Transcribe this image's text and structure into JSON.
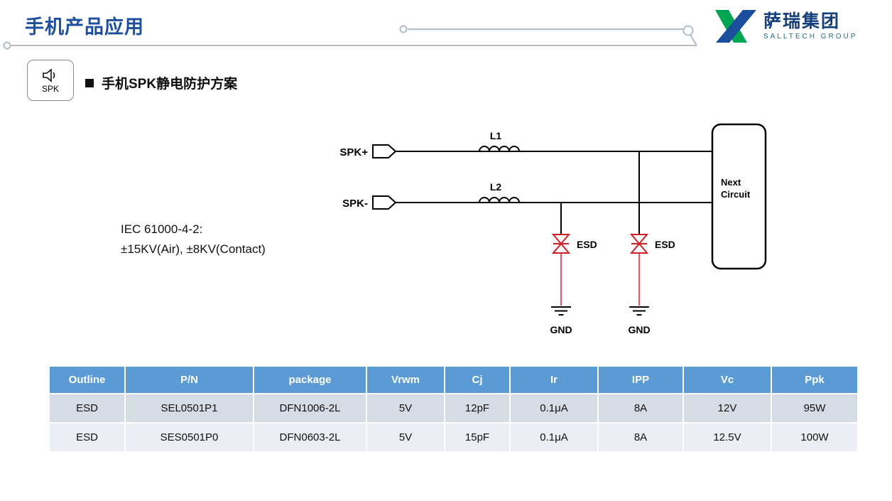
{
  "page": {
    "title": "手机产品应用"
  },
  "logo": {
    "name": "萨瑞集团",
    "subtitle": "SALLTECH GROUP"
  },
  "chip": {
    "label": "SPK"
  },
  "section": {
    "heading": "手机SPK静电防护方案"
  },
  "standard": {
    "line1": "IEC 61000-4-2:",
    "line2": "±15KV(Air), ±8KV(Contact)"
  },
  "circuit": {
    "spk_plus": "SPK+",
    "spk_minus": "SPK-",
    "l1": "L1",
    "l2": "L2",
    "esd1": "ESD",
    "esd2": "ESD",
    "gnd1": "GND",
    "gnd2": "GND",
    "next1": "Next",
    "next2": "Circuit"
  },
  "table": {
    "headers": [
      "Outline",
      "P/N",
      "package",
      "Vrwm",
      "Cj",
      "Ir",
      "IPP",
      "Vc",
      "Ppk"
    ],
    "rows": [
      [
        "ESD",
        "SEL0501P1",
        "DFN1006-2L",
        "5V",
        "12pF",
        "0.1μA",
        "8A",
        "12V",
        "95W"
      ],
      [
        "ESD",
        "SES0501P0",
        "DFN0603-2L",
        "5V",
        "15pF",
        "0.1μA",
        "8A",
        "12.5V",
        "100W"
      ]
    ]
  },
  "colors": {
    "title_blue": "#1d4f9e",
    "table_header": "#5b9bd5",
    "row_a": "#d6dce5",
    "row_b": "#ebeef4",
    "esd_red": "#cf2027",
    "logo_green": "#00a651",
    "logo_blue": "#1b4f9c"
  }
}
